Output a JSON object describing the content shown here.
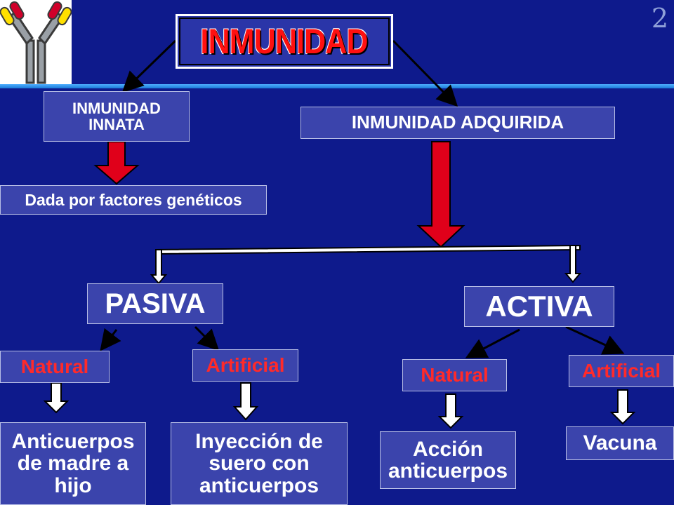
{
  "slide": {
    "number": "2"
  },
  "title": "INMUNIDAD",
  "innata": {
    "label": "INMUNIDAD INNATA",
    "desc": "Dada por factores genéticos"
  },
  "adquirida": {
    "label": "INMUNIDAD ADQUIRIDA",
    "pasiva": {
      "label": "PASIVA",
      "natural": {
        "label": "Natural",
        "desc": "Anticuerpos de madre a hijo"
      },
      "artificial": {
        "label": "Artificial",
        "desc": "Inyección de suero con anticuerpos"
      }
    },
    "activa": {
      "label": "ACTIVA",
      "natural": {
        "label": "Natural",
        "desc": "Acción anticuerpos"
      },
      "artificial": {
        "label": "Artificial",
        "desc": "Vacuna"
      }
    }
  },
  "colors": {
    "background": "#0e1a8c",
    "box": "#3b44ac",
    "title_text": "#ff1010",
    "red_arrow": "#e0001a",
    "label_red": "#ff2a2a"
  },
  "icons": {
    "logo": "antibody-icon"
  }
}
